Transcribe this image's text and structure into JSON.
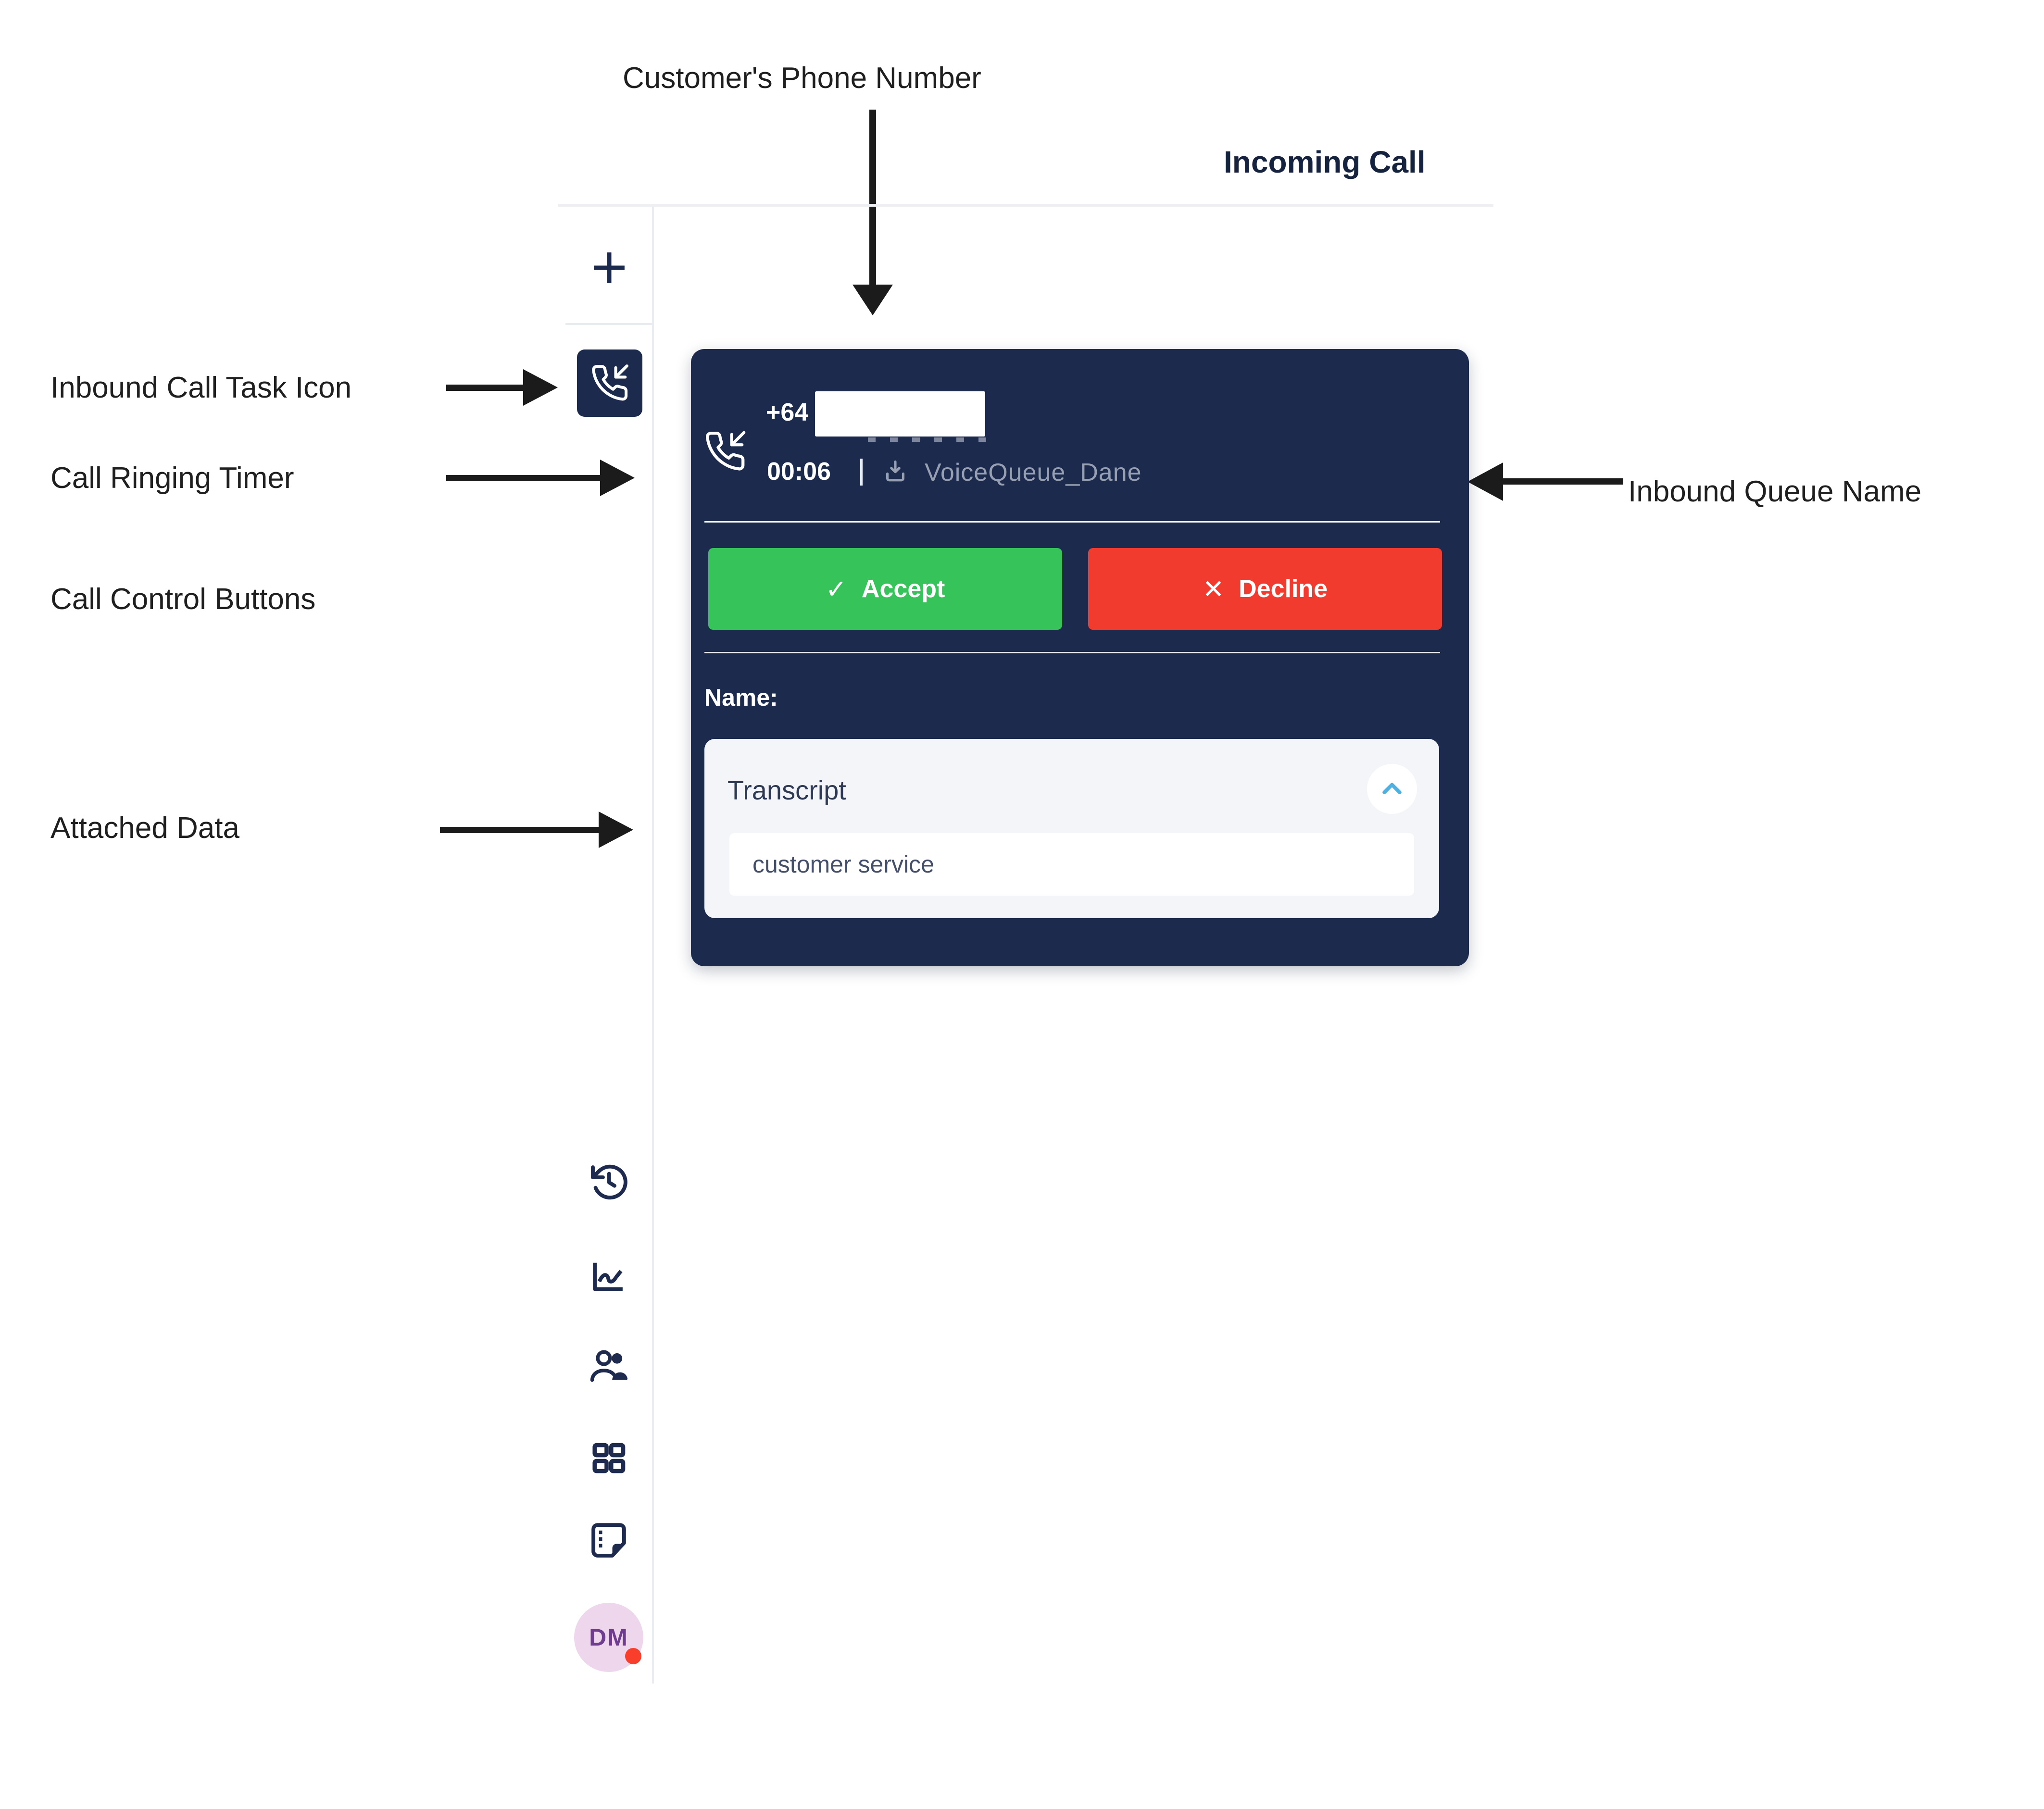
{
  "annotations": {
    "customer_phone": {
      "label": "Customer's Phone Number"
    },
    "inbound_task": {
      "label": "Inbound Call Task Icon"
    },
    "ringing_timer": {
      "label": "Call Ringing Timer"
    },
    "call_controls": {
      "label": "Call Control Buttons"
    },
    "attached_data": {
      "label": "Attached Data"
    },
    "inbound_queue": {
      "label": "Inbound Queue Name"
    }
  },
  "app": {
    "header": {
      "title": "Incoming Call"
    },
    "sidebar": {
      "icons": {
        "add": "plus-icon",
        "active_task": "incoming-call-icon",
        "history": "history-icon",
        "insights": "insights-icon",
        "contacts": "contacts-icon",
        "apps": "apps-icon",
        "notes": "notes-icon"
      },
      "avatar": {
        "initials": "DM",
        "presence": "busy"
      }
    },
    "call_card": {
      "phone_prefix": "+64",
      "timer": "00:06",
      "separator": "|",
      "queue_name": "VoiceQueue_Dane",
      "buttons": {
        "accept_icon": "✓",
        "accept": "Accept",
        "decline_icon": "✕",
        "decline": "Decline"
      },
      "name_label": "Name:",
      "attached": {
        "title": "Transcript",
        "value": "customer service"
      }
    },
    "colors": {
      "navy": "#1b2a4d",
      "accept_green": "#36c35a",
      "decline_red": "#f13b2e",
      "chevron_blue": "#4fb0e2",
      "avatar_pink": "#eed6ec",
      "presence_red": "#fa3e2c"
    }
  }
}
